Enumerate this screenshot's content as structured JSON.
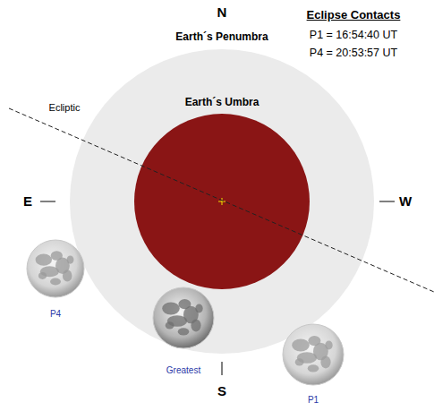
{
  "diagram": {
    "nodes": [
      {
        "text": [
          "Earth´s Penumbra"
        ]
      },
      {
        "text": [
          "Earth´s Umbra"
        ],
        "in": 0
      },
      {
        "text": [
          "P4"
        ]
      },
      {
        "text": [
          "Greatest"
        ]
      },
      {
        "text": [
          "P1"
        ]
      }
    ],
    "labels": [
      "N",
      "Eclipse Contacts",
      "P1 = 16:54:40 UT",
      "P4 = 20:53:57 UT",
      "Ecliptic",
      "E",
      "W",
      "S"
    ]
  }
}
